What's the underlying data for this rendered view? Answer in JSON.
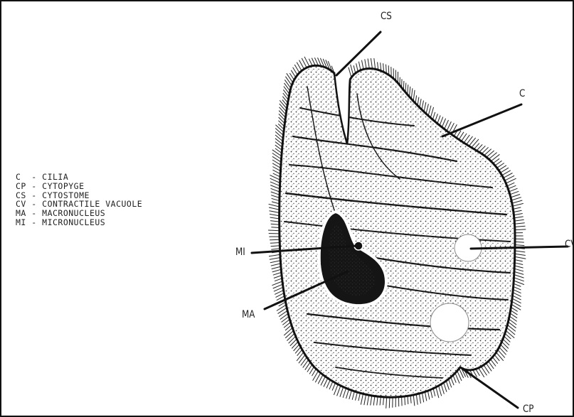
{
  "labels": {
    "cs": "CS",
    "c": "C",
    "mi": "MI",
    "ma": "MA",
    "cv": "CV",
    "cp": "CP"
  },
  "legend": [
    {
      "abbr": "C",
      "text": "CILIA"
    },
    {
      "abbr": "CP",
      "text": "CYTOPYGE"
    },
    {
      "abbr": "CS",
      "text": "CYTOSTOME"
    },
    {
      "abbr": "CV",
      "text": "CONTRACTILE VACUOLE"
    },
    {
      "abbr": "MA",
      "text": "MACRONUCLEUS"
    },
    {
      "abbr": "MI",
      "text": "MICRONUCLEUS"
    }
  ]
}
